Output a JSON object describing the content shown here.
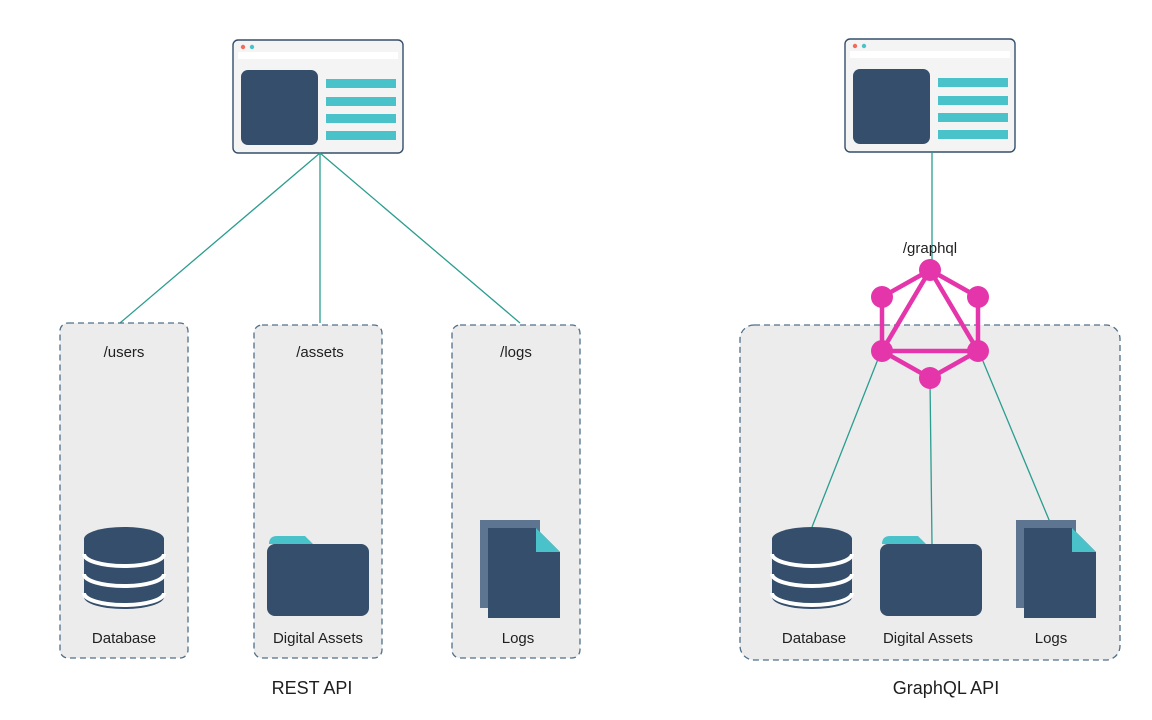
{
  "colors": {
    "navy": "#344e6b",
    "teal": "#49c3c9",
    "connector": "#2a9d8f",
    "graphql_magenta": "#e535ab",
    "panel_fill": "#ececec",
    "panel_border": "#4f6f8a",
    "window_dot_red": "#f26b5b",
    "window_dot_teal": "#49c3c9"
  },
  "rest": {
    "caption": "REST API",
    "endpoints": [
      {
        "path": "/users",
        "label": "Database",
        "icon": "database-icon"
      },
      {
        "path": "/assets",
        "label": "Digital Assets",
        "icon": "folder-icon"
      },
      {
        "path": "/logs",
        "label": "Logs",
        "icon": "documents-icon"
      }
    ]
  },
  "graphql": {
    "caption": "GraphQL API",
    "endpoint": "/graphql",
    "logo_icon": "graphql-logo-icon",
    "sources": [
      {
        "label": "Database",
        "icon": "database-icon"
      },
      {
        "label": "Digital Assets",
        "icon": "folder-icon"
      },
      {
        "label": "Logs",
        "icon": "documents-icon"
      }
    ]
  }
}
